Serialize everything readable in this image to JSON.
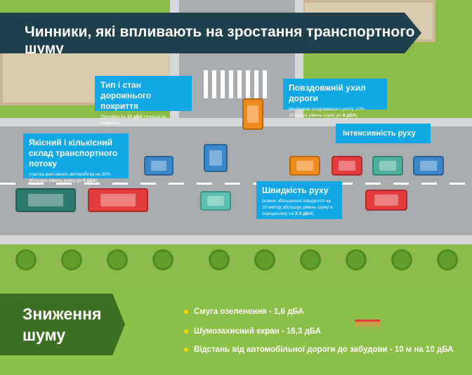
{
  "title": "Чинники, які впливають на зростання транспортного шуму",
  "callouts": {
    "surface": {
      "title": "Тип і стан дорожнього покриття",
      "note_pre": "(бруківка на ",
      "note_bold": "10 дБА",
      "note_post": " гучніша за асфальт)"
    },
    "slope": {
      "title": "Повздовжній ухил дороги",
      "note_pre": "(величина поздовжнього ухилу 10% збільшує рівень шуму до ",
      "note_bold": "6 дБА",
      "note_post": ")"
    },
    "composition": {
      "title": "Якісний і кількісний склад транспортного потоку",
      "note_pre": "(частка вантажних автомобілів на 30% збільшує рівень шуму до ",
      "note_bold": "3 дБА",
      "note_post": ")"
    },
    "intensity": {
      "title": "Інтенсивність руху"
    },
    "speed": {
      "title": "Швидкість руху",
      "note_pre": "(кожне збільшення швидкості на 10 км/год збільшує рівень шуму в середньому на ",
      "note_bold": "2-3 дБА",
      "note_post": ")"
    }
  },
  "reduction": {
    "heading": "Зниження шуму",
    "items": [
      "Смуга озеленення - 1,6 дБА",
      "Шумозахисний екран - 16,3 дБА",
      "Відстань від автомобільної дороги до забудови  - 10 м на 10 дБА"
    ]
  },
  "colors": {
    "callout": "#12a8e6",
    "banner": "#1f3f4d",
    "panel": "#3d6f22"
  }
}
